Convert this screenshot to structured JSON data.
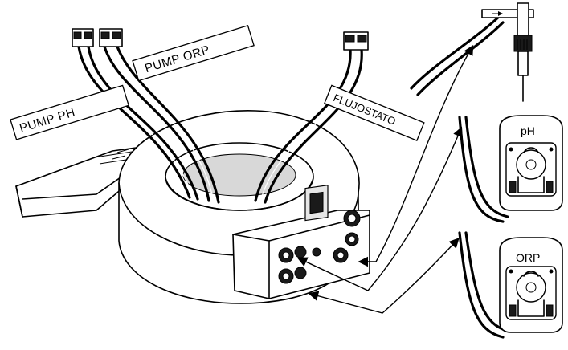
{
  "labels": {
    "pump_ph": "PUMP PH",
    "pump_orp": "PUMP ORP",
    "flow_switch": "FLUJOSTATO"
  },
  "pumps": [
    {
      "id": "ph",
      "label": "pH"
    },
    {
      "id": "orp",
      "label": "ORP"
    }
  ],
  "colors": {
    "line": "#000000",
    "background": "#ffffff"
  }
}
